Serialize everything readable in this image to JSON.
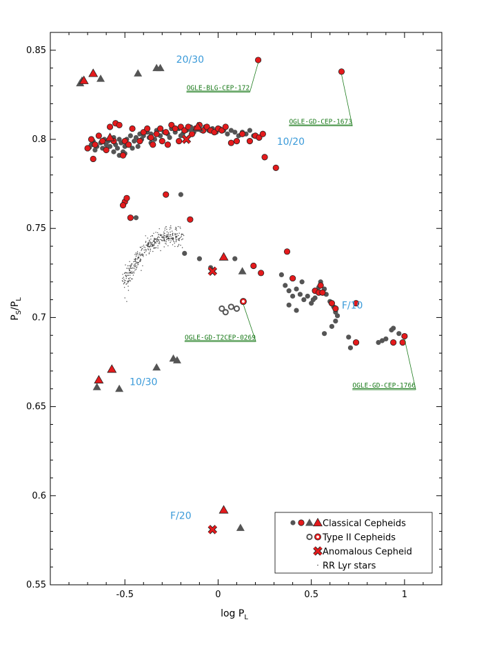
{
  "chart_data": {
    "type": "scatter",
    "xlabel": "log P",
    "xlabel_sub": "L",
    "ylabel": "P",
    "ylabel_sub1": "S",
    "ylabel_sub2": "L",
    "xlim": [
      -0.9,
      1.2
    ],
    "ylim": [
      0.55,
      0.86
    ],
    "xticks": [
      {
        "v": -0.5,
        "label": "-0.5"
      },
      {
        "v": 0,
        "label": "0"
      },
      {
        "v": 0.5,
        "label": "0.5"
      },
      {
        "v": 1,
        "label": "1"
      }
    ],
    "yticks": [
      {
        "v": 0.55,
        "label": "0.55"
      },
      {
        "v": 0.6,
        "label": "0.6"
      },
      {
        "v": 0.65,
        "label": "0.65"
      },
      {
        "v": 0.7,
        "label": "0.7"
      },
      {
        "v": 0.75,
        "label": "0.75"
      },
      {
        "v": 0.8,
        "label": "0.8"
      },
      {
        "v": 0.85,
        "label": "0.85"
      }
    ],
    "colors": {
      "red": "#e41a1c",
      "gray": "#555555",
      "blue": "#3a9ad9",
      "green": "#1a7a1a"
    },
    "ratio_labels": [
      {
        "text": "20/30",
        "x": -0.15,
        "y": 0.843
      },
      {
        "text": "10/20",
        "x": 0.39,
        "y": 0.797
      },
      {
        "text": "F/10",
        "x": 0.72,
        "y": 0.705
      },
      {
        "text": "10/30",
        "x": -0.4,
        "y": 0.662
      },
      {
        "text": "F/20",
        "x": -0.2,
        "y": 0.587
      }
    ],
    "star_labels": [
      {
        "text": "OGLE-BLG-CEP-172",
        "x": 0.215,
        "y": 0.8445,
        "lx": -0.17,
        "ly": 0.8265
      },
      {
        "text": "OGLE-GD-CEP-1673",
        "x": 0.662,
        "y": 0.838,
        "lx": 0.38,
        "ly": 0.8075
      },
      {
        "text": "OGLE-GD-T2CEP-0269",
        "x": 0.135,
        "y": 0.709,
        "lx": -0.18,
        "ly": 0.6865
      },
      {
        "text": "OGLE-GD-CEP-1766",
        "x": 1.0,
        "y": 0.6895,
        "lx": 0.72,
        "ly": 0.6595
      }
    ],
    "series": [
      {
        "name": "Classical Cepheids (gray circles)",
        "marker": "circle-gray",
        "points": [
          [
            -0.69,
            0.7955
          ],
          [
            -0.68,
            0.797
          ],
          [
            -0.67,
            0.799
          ],
          [
            -0.66,
            0.794
          ],
          [
            -0.65,
            0.796
          ],
          [
            -0.63,
            0.798
          ],
          [
            -0.62,
            0.795
          ],
          [
            -0.61,
            0.8
          ],
          [
            -0.6,
            0.797
          ],
          [
            -0.59,
            0.799
          ],
          [
            -0.58,
            0.796
          ],
          [
            -0.56,
            0.801
          ],
          [
            -0.55,
            0.797
          ],
          [
            -0.54,
            0.795
          ],
          [
            -0.53,
            0.8
          ],
          [
            -0.52,
            0.798
          ],
          [
            -0.51,
            0.793
          ],
          [
            -0.5,
            0.796
          ],
          [
            -0.49,
            0.8
          ],
          [
            -0.48,
            0.797
          ],
          [
            -0.47,
            0.802
          ],
          [
            -0.45,
            0.799
          ],
          [
            -0.44,
            0.801
          ],
          [
            -0.42,
            0.803
          ],
          [
            -0.41,
            0.8
          ],
          [
            -0.4,
            0.802
          ],
          [
            -0.38,
            0.804
          ],
          [
            -0.37,
            0.801
          ],
          [
            -0.36,
            0.803
          ],
          [
            -0.34,
            0.8
          ],
          [
            -0.33,
            0.805
          ],
          [
            -0.31,
            0.802
          ],
          [
            -0.29,
            0.804
          ],
          [
            -0.27,
            0.803
          ],
          [
            -0.25,
            0.806
          ],
          [
            -0.23,
            0.804
          ],
          [
            -0.21,
            0.806
          ],
          [
            -0.19,
            0.803
          ],
          [
            -0.17,
            0.805
          ],
          [
            -0.15,
            0.807
          ],
          [
            -0.13,
            0.804
          ],
          [
            -0.11,
            0.806
          ],
          [
            -0.09,
            0.805
          ],
          [
            -0.07,
            0.807
          ],
          [
            -0.05,
            0.805
          ],
          [
            -0.03,
            0.806
          ],
          [
            -0.01,
            0.804
          ],
          [
            0.01,
            0.806
          ],
          [
            0.03,
            0.805
          ],
          [
            0.05,
            0.803
          ],
          [
            0.07,
            0.805
          ],
          [
            0.09,
            0.804
          ],
          [
            0.11,
            0.802
          ],
          [
            0.13,
            0.804
          ],
          [
            0.15,
            0.803
          ],
          [
            0.17,
            0.805
          ],
          [
            0.19,
            0.802
          ],
          [
            -0.56,
            0.793
          ],
          [
            -0.53,
            0.791
          ],
          [
            -0.5,
            0.792
          ],
          [
            -0.46,
            0.795
          ],
          [
            -0.43,
            0.796
          ],
          [
            -0.36,
            0.798
          ],
          [
            -0.3,
            0.799
          ],
          [
            -0.26,
            0.801
          ],
          [
            -0.2,
            0.802
          ],
          [
            -0.44,
            0.756
          ],
          [
            -0.2,
            0.769
          ],
          [
            -0.18,
            0.736
          ],
          [
            -0.1,
            0.733
          ],
          [
            -0.04,
            0.728
          ],
          [
            0.09,
            0.733
          ],
          [
            0.34,
            0.724
          ],
          [
            0.36,
            0.718
          ],
          [
            0.38,
            0.715
          ],
          [
            0.4,
            0.712
          ],
          [
            0.42,
            0.716
          ],
          [
            0.44,
            0.713
          ],
          [
            0.46,
            0.71
          ],
          [
            0.48,
            0.712
          ],
          [
            0.5,
            0.708
          ],
          [
            0.52,
            0.711
          ],
          [
            0.54,
            0.717
          ],
          [
            0.55,
            0.72
          ],
          [
            0.57,
            0.716
          ],
          [
            0.58,
            0.713
          ],
          [
            0.6,
            0.709
          ],
          [
            0.62,
            0.706
          ],
          [
            0.63,
            0.703
          ],
          [
            0.64,
            0.701
          ],
          [
            0.45,
            0.72
          ],
          [
            0.42,
            0.704
          ],
          [
            0.38,
            0.707
          ],
          [
            0.51,
            0.71
          ],
          [
            0.63,
            0.698
          ],
          [
            0.57,
            0.691
          ],
          [
            0.61,
            0.695
          ],
          [
            0.7,
            0.689
          ],
          [
            0.71,
            0.683
          ],
          [
            0.88,
            0.687
          ],
          [
            0.9,
            0.688
          ],
          [
            0.93,
            0.693
          ],
          [
            0.94,
            0.694
          ],
          [
            0.97,
            0.691
          ],
          [
            0.86,
            0.686
          ]
        ]
      },
      {
        "name": "Classical Cepheids (red circles)",
        "marker": "circle-red",
        "points": [
          [
            0.215,
            0.8445
          ],
          [
            0.662,
            0.838
          ],
          [
            -0.7,
            0.795
          ],
          [
            -0.68,
            0.8
          ],
          [
            -0.67,
            0.789
          ],
          [
            -0.66,
            0.797
          ],
          [
            -0.64,
            0.802
          ],
          [
            -0.62,
            0.799
          ],
          [
            -0.6,
            0.794
          ],
          [
            -0.58,
            0.807
          ],
          [
            -0.56,
            0.799
          ],
          [
            -0.55,
            0.809
          ],
          [
            -0.53,
            0.808
          ],
          [
            -0.51,
            0.791
          ],
          [
            -0.5,
            0.799
          ],
          [
            -0.48,
            0.797
          ],
          [
            -0.46,
            0.806
          ],
          [
            -0.42,
            0.799
          ],
          [
            -0.4,
            0.804
          ],
          [
            -0.38,
            0.806
          ],
          [
            -0.36,
            0.801
          ],
          [
            -0.35,
            0.797
          ],
          [
            -0.33,
            0.803
          ],
          [
            -0.31,
            0.806
          ],
          [
            -0.3,
            0.799
          ],
          [
            -0.28,
            0.804
          ],
          [
            -0.27,
            0.797
          ],
          [
            -0.25,
            0.808
          ],
          [
            -0.23,
            0.806
          ],
          [
            -0.21,
            0.799
          ],
          [
            -0.2,
            0.807
          ],
          [
            -0.18,
            0.805
          ],
          [
            -0.16,
            0.807
          ],
          [
            -0.14,
            0.803
          ],
          [
            -0.12,
            0.806
          ],
          [
            -0.1,
            0.808
          ],
          [
            -0.08,
            0.805
          ],
          [
            -0.06,
            0.807
          ],
          [
            -0.04,
            0.805
          ],
          [
            -0.02,
            0.804
          ],
          [
            0.0,
            0.806
          ],
          [
            0.02,
            0.805
          ],
          [
            0.04,
            0.807
          ],
          [
            0.07,
            0.798
          ],
          [
            0.1,
            0.799
          ],
          [
            0.13,
            0.803
          ],
          [
            0.17,
            0.799
          ],
          [
            0.2,
            0.802
          ],
          [
            0.22,
            0.801
          ],
          [
            0.24,
            0.803
          ],
          [
            0.25,
            0.79
          ],
          [
            0.31,
            0.784
          ],
          [
            -0.5,
            0.765
          ],
          [
            -0.49,
            0.767
          ],
          [
            -0.51,
            0.763
          ],
          [
            -0.47,
            0.756
          ],
          [
            -0.28,
            0.769
          ],
          [
            -0.15,
            0.755
          ],
          [
            0.37,
            0.737
          ],
          [
            0.19,
            0.729
          ],
          [
            0.23,
            0.725
          ],
          [
            0.4,
            0.722
          ],
          [
            0.52,
            0.715
          ],
          [
            0.54,
            0.714
          ],
          [
            0.55,
            0.718
          ],
          [
            0.56,
            0.714
          ],
          [
            0.61,
            0.708
          ],
          [
            0.63,
            0.705
          ],
          [
            0.74,
            0.708
          ],
          [
            0.74,
            0.686
          ],
          [
            0.94,
            0.686
          ],
          [
            0.99,
            0.686
          ],
          [
            1.0,
            0.6895
          ]
        ]
      },
      {
        "name": "Classical Cepheids (gray triangles)",
        "marker": "triangle-gray",
        "points": [
          [
            -0.74,
            0.8315
          ],
          [
            -0.73,
            0.833
          ],
          [
            -0.63,
            0.834
          ],
          [
            -0.43,
            0.837
          ],
          [
            -0.33,
            0.84
          ],
          [
            -0.31,
            0.84
          ],
          [
            -0.1,
            0.806
          ],
          [
            -0.14,
            0.806
          ],
          [
            0.13,
            0.726
          ],
          [
            -0.65,
            0.661
          ],
          [
            -0.53,
            0.66
          ],
          [
            -0.33,
            0.672
          ],
          [
            -0.24,
            0.677
          ],
          [
            -0.22,
            0.676
          ],
          [
            0.12,
            0.582
          ]
        ]
      },
      {
        "name": "Classical Cepheids (red triangles)",
        "marker": "triangle-red",
        "points": [
          [
            -0.72,
            0.833
          ],
          [
            -0.67,
            0.837
          ],
          [
            -0.58,
            0.801
          ],
          [
            -0.11,
            0.807
          ],
          [
            0.03,
            0.734
          ],
          [
            -0.64,
            0.665
          ],
          [
            -0.57,
            0.671
          ],
          [
            0.03,
            0.592
          ]
        ]
      },
      {
        "name": "Type II Cepheids (open circles)",
        "marker": "ring-gray",
        "points": [
          [
            0.02,
            0.705
          ],
          [
            0.04,
            0.703
          ],
          [
            0.07,
            0.706
          ],
          [
            0.1,
            0.705
          ]
        ]
      },
      {
        "name": "Type II Cepheids (red ring)",
        "marker": "ring-red",
        "points": [
          [
            0.135,
            0.709
          ]
        ]
      },
      {
        "name": "Anomalous Cepheid",
        "marker": "cross-red",
        "points": [
          [
            -0.17,
            0.8
          ],
          [
            -0.03,
            0.726
          ],
          [
            -0.03,
            0.581
          ]
        ]
      }
    ],
    "rrlyr_cloud": {
      "center_curve": [
        [
          -0.5,
          0.72
        ],
        [
          -0.45,
          0.73
        ],
        [
          -0.4,
          0.737
        ],
        [
          -0.35,
          0.742
        ],
        [
          -0.3,
          0.745
        ],
        [
          -0.25,
          0.746
        ],
        [
          -0.2,
          0.745
        ]
      ],
      "isolated": [
        [
          -0.5,
          0.711
        ],
        [
          -0.49,
          0.709
        ]
      ]
    },
    "legend": {
      "placement": "bottom-right",
      "entries": [
        {
          "label": "Classical Cepheids",
          "symbols": [
            "circle-gray",
            "circle-red",
            "triangle-gray",
            "triangle-red"
          ]
        },
        {
          "label": "Type II Cepheids",
          "symbols": [
            "ring-gray",
            "ring-red"
          ]
        },
        {
          "label": "Anomalous Cepheid",
          "symbols": [
            "cross-red"
          ]
        },
        {
          "label": "RR Lyr stars",
          "symbols": [
            "dot-gray"
          ]
        }
      ]
    }
  }
}
